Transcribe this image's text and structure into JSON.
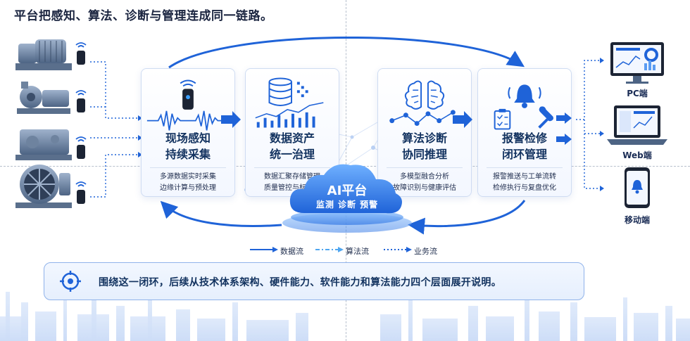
{
  "title": "平台把感知、算法、诊断与管理连成同一链路。",
  "cards": [
    {
      "title_lines": [
        "现场感知",
        "持续采集"
      ],
      "desc_lines": [
        "多源数据实时采集",
        "边缘计算与预处理"
      ],
      "icon": "sensor-waveform-icon"
    },
    {
      "title_lines": [
        "数据资产",
        "统一治理"
      ],
      "desc_lines": [
        "数据汇聚存储管理",
        "质量管控与标准化"
      ],
      "icon": "database-chart-icon"
    },
    {
      "title_lines": [
        "算法诊断",
        "协同推理"
      ],
      "desc_lines": [
        "多模型融合分析",
        "故障识别与健康评估"
      ],
      "icon": "brain-network-icon"
    },
    {
      "title_lines": [
        "报警检修",
        "闭环管理"
      ],
      "desc_lines": [
        "报警推送与工单流转",
        "检修执行与复盘优化"
      ],
      "icon": "alarm-bell-icon"
    }
  ],
  "ai_platform": {
    "title": "AI平台",
    "subtitle": "监测  诊断  预警"
  },
  "equipment": [
    "motor-pump-icon",
    "centrifugal-pump-icon",
    "gearbox-icon",
    "fan-icon"
  ],
  "clients": [
    {
      "label": "PC端",
      "icon": "desktop-monitor-icon"
    },
    {
      "label": "Web端",
      "icon": "laptop-icon"
    },
    {
      "label": "移动端",
      "icon": "mobile-phone-icon"
    }
  ],
  "legend": [
    {
      "label": "数据流",
      "style": "solid"
    },
    {
      "label": "算法流",
      "style": "dash-dot"
    },
    {
      "label": "业务流",
      "style": "dotted"
    }
  ],
  "banner": {
    "text": "围绕这一闭环，后续从技术体系架构、硬件能力、软件能力和算法能力四个层面展开说明。",
    "icon": "target-icon"
  },
  "colors": {
    "primary": "#1f63d8",
    "dark_blue": "#12325f",
    "light_blue": "#5b9cf2",
    "card_border": "#cfdcf2"
  }
}
